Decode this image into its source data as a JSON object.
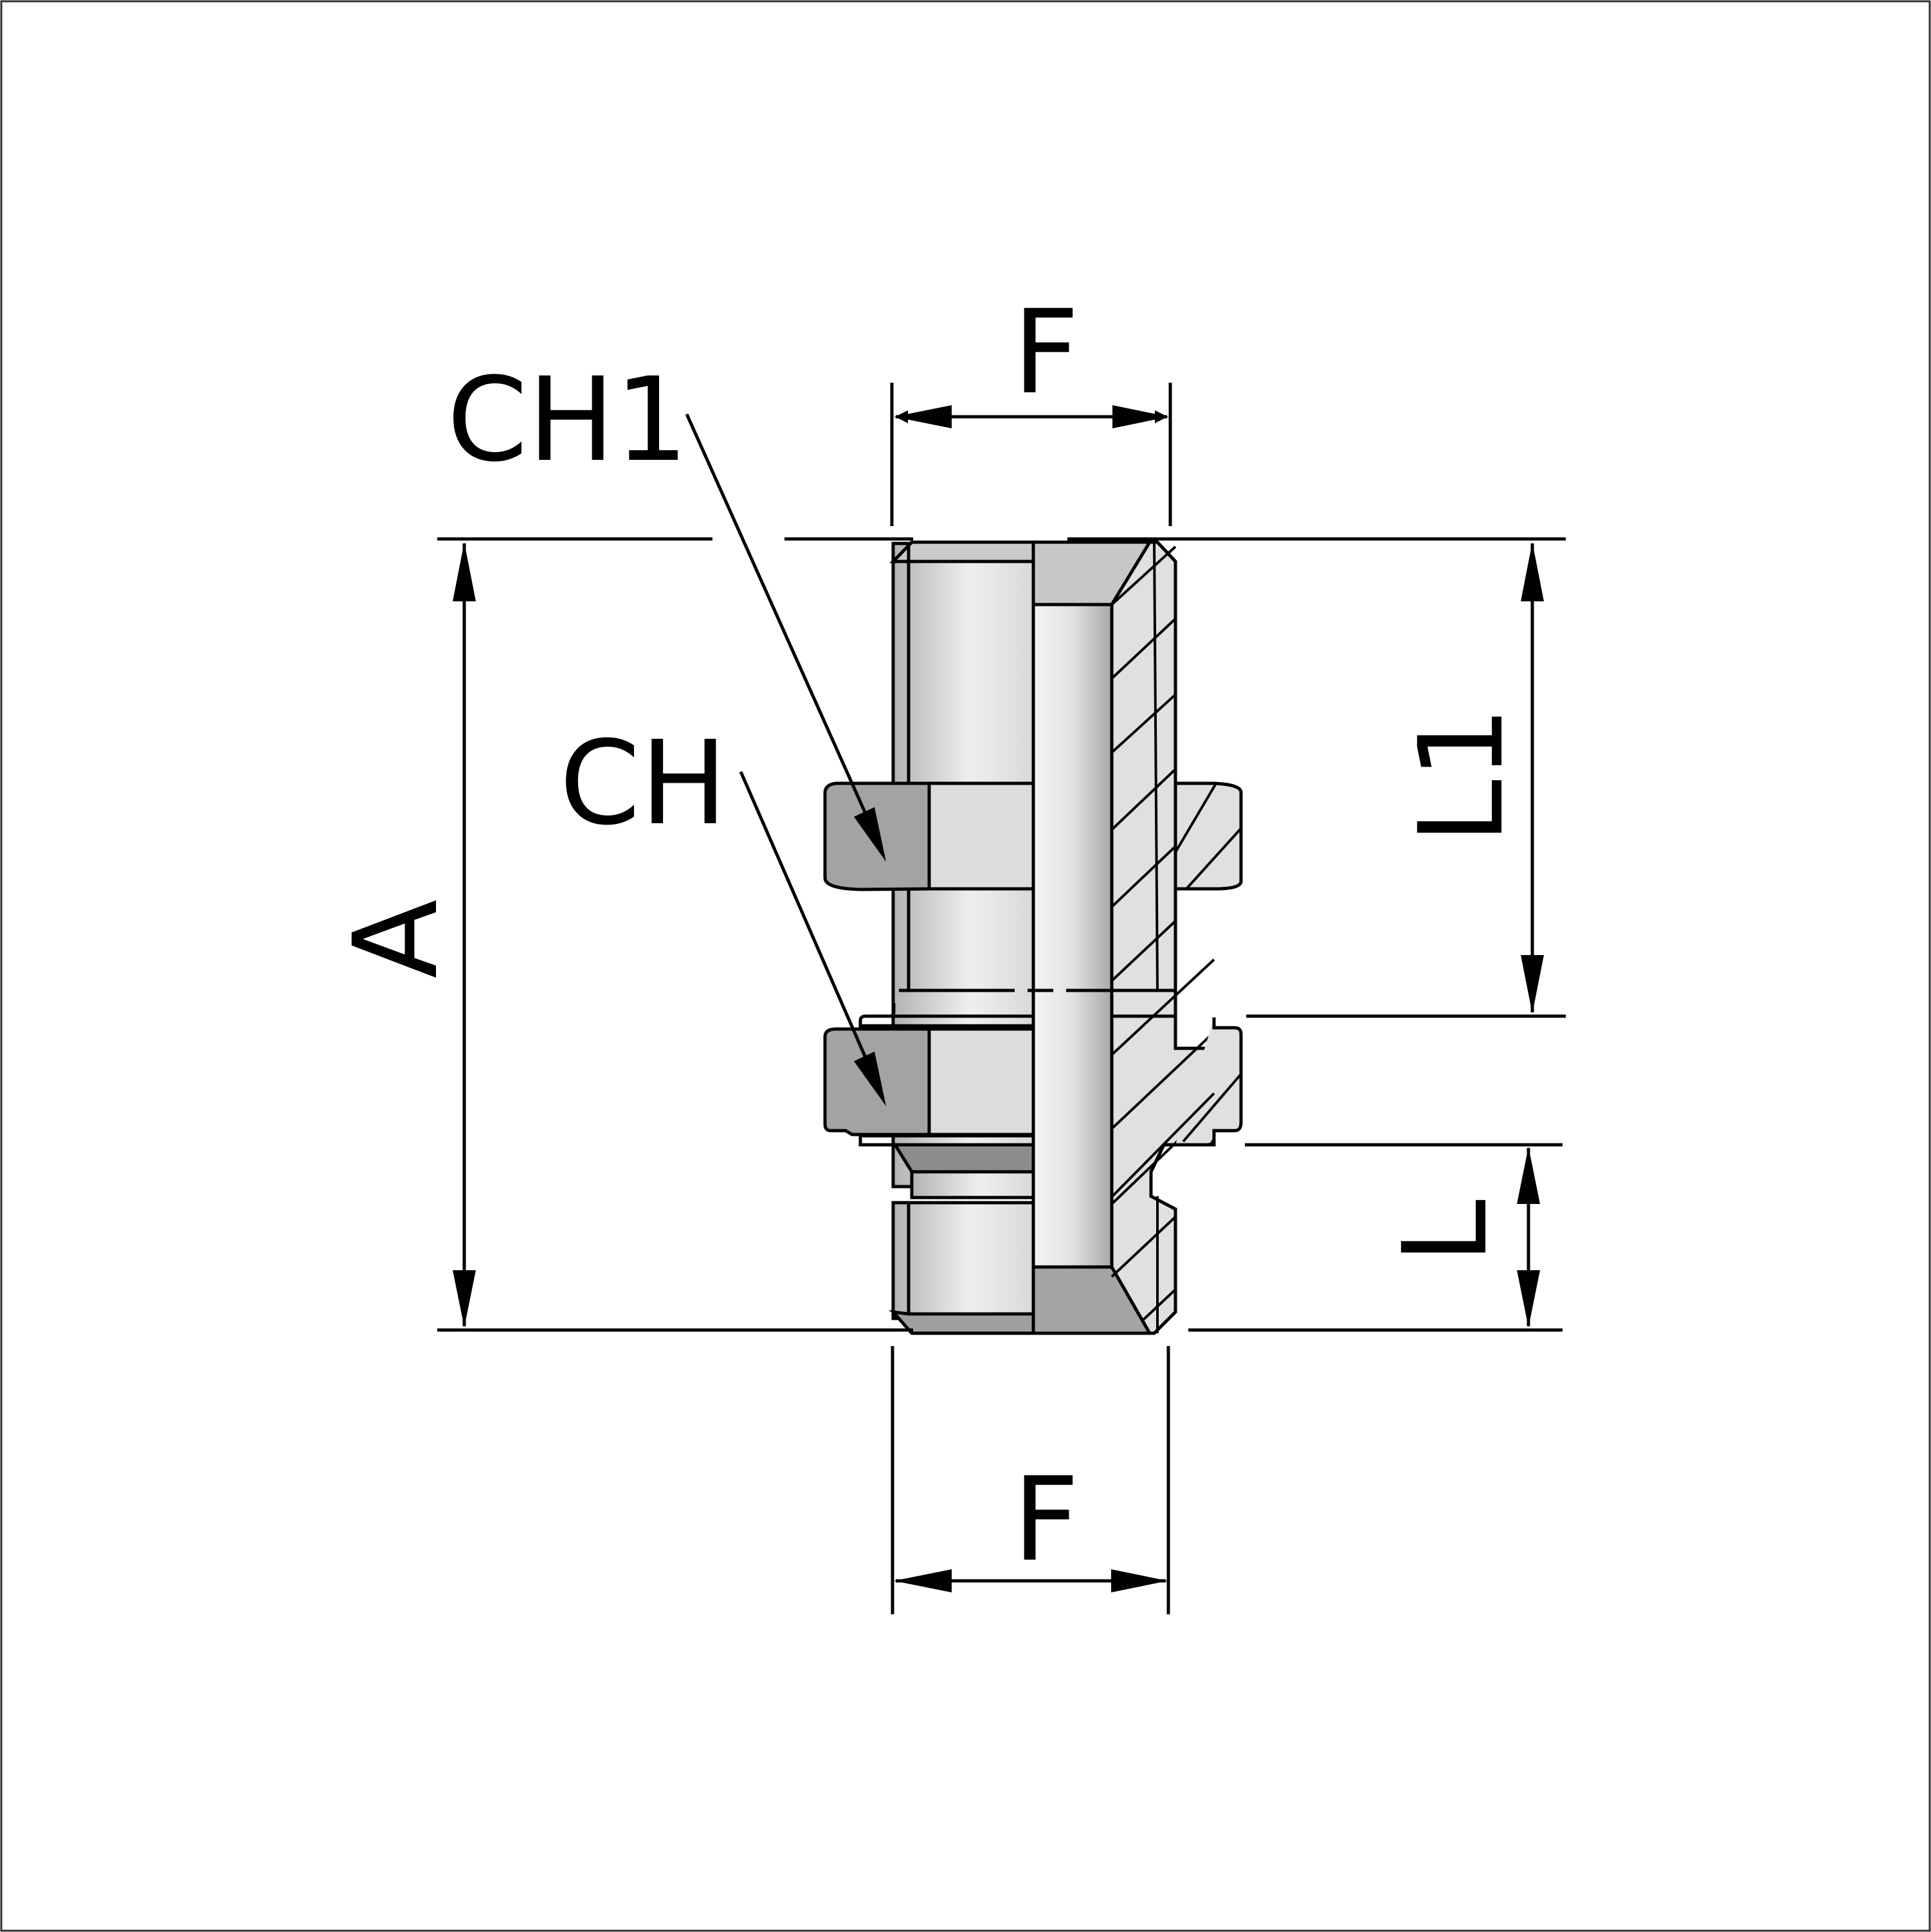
{
  "labels": {
    "ch1": "CH1",
    "ch": "CH",
    "f_top": "F",
    "f_bottom": "F",
    "a": "A",
    "l1": "L1",
    "l": "L"
  },
  "colors": {
    "outline": "#000000",
    "background": "#ffffff",
    "nut_fill": "#a3a3a3",
    "section_fill": "#dcdcdc",
    "metal_light": "#f0f1f0",
    "metal_dark": "#b7b8b7"
  }
}
